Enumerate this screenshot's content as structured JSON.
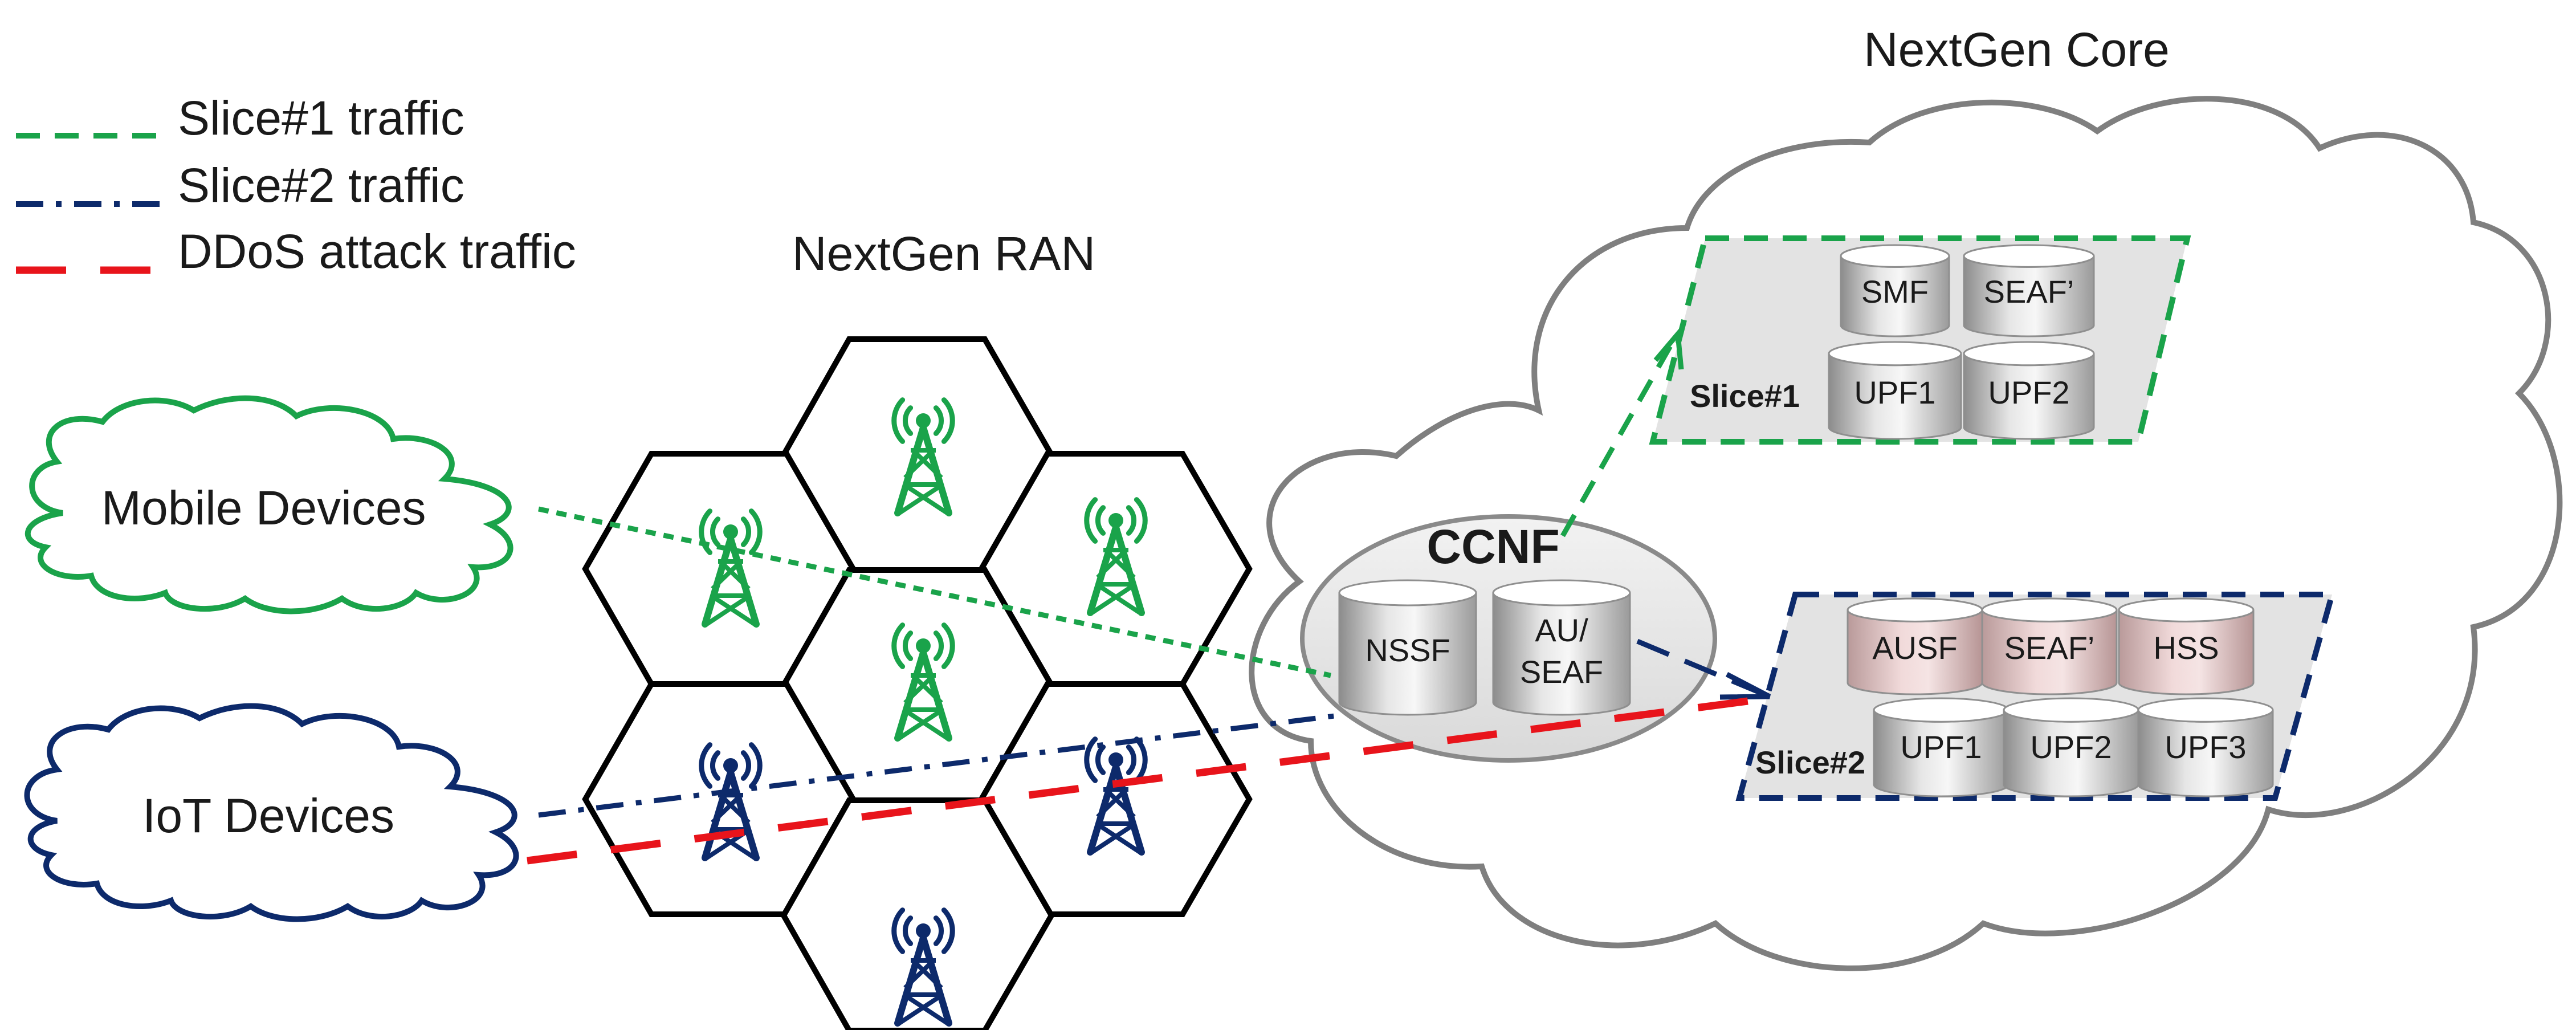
{
  "legend": {
    "slice1": "Slice#1 traffic",
    "slice2": "Slice#2 traffic",
    "ddos": "DDoS attack traffic"
  },
  "ran_label": "NextGen RAN",
  "core_label": "NextGen Core",
  "devices": {
    "mobile": "Mobile Devices",
    "iot": "IoT Devices"
  },
  "ccnf": {
    "label": "CCNF",
    "nssf": "NSSF",
    "au_line1": "AU/",
    "au_line2": "SEAF"
  },
  "slice1": {
    "label": "Slice#1",
    "smf": "SMF",
    "seaf": "SEAF’",
    "upf1": "UPF1",
    "upf2": "UPF2"
  },
  "slice2": {
    "label": "Slice#2",
    "ausf": "AUSF",
    "seaf": "SEAF’",
    "hss": "HSS",
    "upf1": "UPF1",
    "upf2": "UPF2",
    "upf3": "UPF3"
  },
  "colors": {
    "green": "#1aa34a",
    "navy": "#0d2a6b",
    "red": "#e8141b",
    "cloud_gray": "#7f7f7f"
  }
}
